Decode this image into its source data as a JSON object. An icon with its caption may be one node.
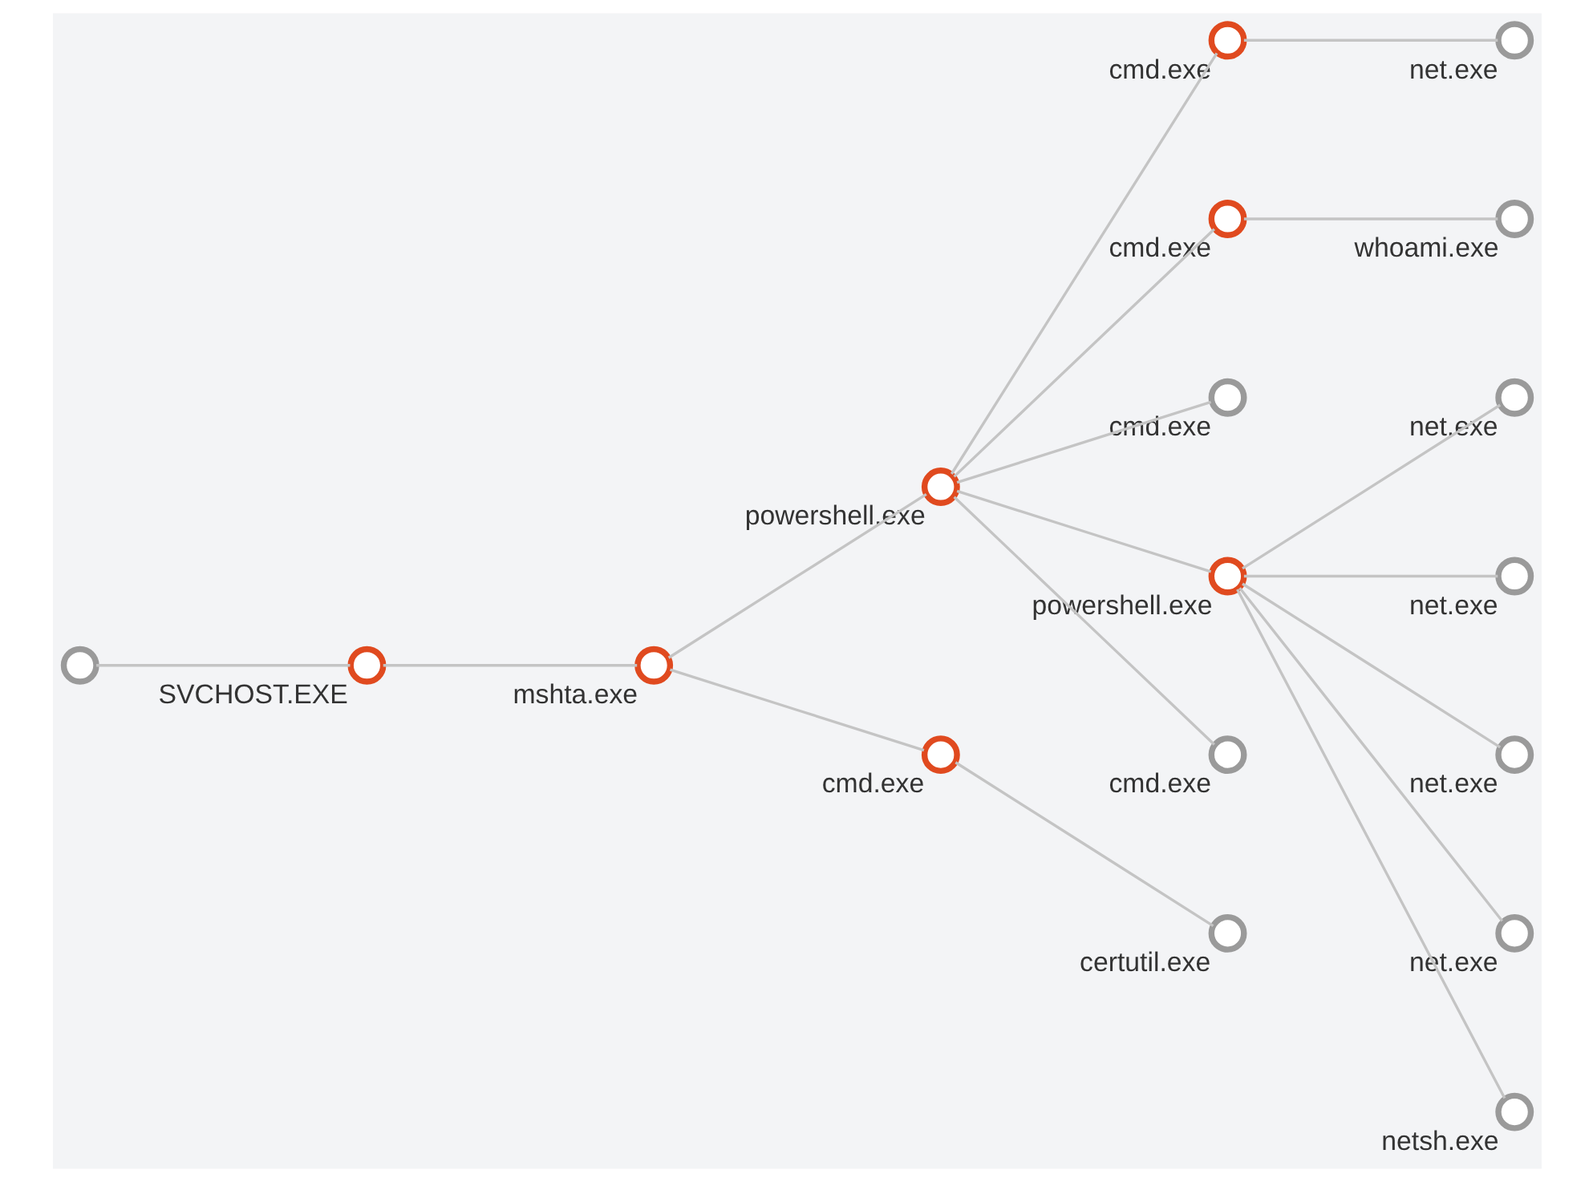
{
  "diagram": {
    "nodes": [
      {
        "text": [],
        "shape": "circle"
      },
      {
        "text": [],
        "shape": "circle",
        "beside": [
          "SVCHOST.EXE"
        ]
      },
      {
        "text": [],
        "shape": "circle",
        "beside": [
          "mshta.exe"
        ]
      },
      {
        "text": [],
        "shape": "circle",
        "beside": [
          "powershell.exe"
        ]
      },
      {
        "text": [],
        "shape": "circle",
        "beside": [
          "cmd.exe"
        ]
      },
      {
        "text": [],
        "shape": "circle",
        "beside": [
          "net.exe"
        ]
      },
      {
        "text": [],
        "shape": "circle",
        "beside": [
          "cmd.exe"
        ]
      },
      {
        "text": [],
        "shape": "circle",
        "beside": [
          "whoami.exe"
        ]
      },
      {
        "text": [],
        "shape": "circle",
        "beside": [
          "cmd.exe"
        ]
      },
      {
        "text": [],
        "shape": "circle",
        "beside": [
          "powershell.exe"
        ]
      },
      {
        "text": [],
        "shape": "circle",
        "beside": [
          "net.exe"
        ]
      },
      {
        "text": [],
        "shape": "circle",
        "beside": [
          "net.exe"
        ]
      },
      {
        "text": [],
        "shape": "circle",
        "beside": [
          "net.exe"
        ]
      },
      {
        "text": [],
        "shape": "circle",
        "beside": [
          "net.exe"
        ]
      },
      {
        "text": [],
        "shape": "circle",
        "beside": [
          "netsh.exe"
        ]
      },
      {
        "text": [],
        "shape": "circle",
        "beside": [
          "cmd.exe"
        ]
      },
      {
        "text": [],
        "shape": "circle",
        "beside": [
          "cmd.exe"
        ]
      },
      {
        "text": [],
        "shape": "circle",
        "beside": [
          "certutil.exe"
        ]
      }
    ],
    "edges": [
      {
        "from": 0,
        "to": 1,
        "arrow": "none"
      },
      {
        "from": 1,
        "to": 2,
        "arrow": "none"
      },
      {
        "from": 2,
        "to": 3,
        "arrow": "none"
      },
      {
        "from": 3,
        "to": 4,
        "arrow": "none"
      },
      {
        "from": 4,
        "to": 5,
        "arrow": "none"
      },
      {
        "from": 3,
        "to": 6,
        "arrow": "none"
      },
      {
        "from": 6,
        "to": 7,
        "arrow": "none"
      },
      {
        "from": 3,
        "to": 8,
        "arrow": "none"
      },
      {
        "from": 3,
        "to": 9,
        "arrow": "none"
      },
      {
        "from": 9,
        "to": 10,
        "arrow": "none"
      },
      {
        "from": 9,
        "to": 11,
        "arrow": "none"
      },
      {
        "from": 9,
        "to": 12,
        "arrow": "none"
      },
      {
        "from": 9,
        "to": 13,
        "arrow": "none"
      },
      {
        "from": 9,
        "to": 14,
        "arrow": "none"
      },
      {
        "from": 3,
        "to": 15,
        "arrow": "none"
      },
      {
        "from": 2,
        "to": 16,
        "arrow": "none"
      },
      {
        "from": 16,
        "to": 17,
        "arrow": "none"
      }
    ]
  }
}
